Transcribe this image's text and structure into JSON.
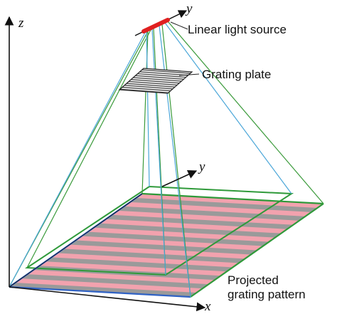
{
  "labels": {
    "light_source": "Linear light source",
    "grating_plate": "Grating plate",
    "projected_line1": "Projected",
    "projected_line2": "grating pattern"
  },
  "axes": {
    "z": "z",
    "y_top": "y",
    "y_mid": "y",
    "x": "x"
  },
  "colors": {
    "source": "#e02020",
    "green_rays": "#3a9a3a",
    "blue_rays": "#4aa6d8",
    "pattern_pink": "#f2a2ae",
    "pattern_gray": "#9a9a9a",
    "pattern_edge_blue": "#2f62c4",
    "pattern_edge_green": "#2f9a3a"
  }
}
